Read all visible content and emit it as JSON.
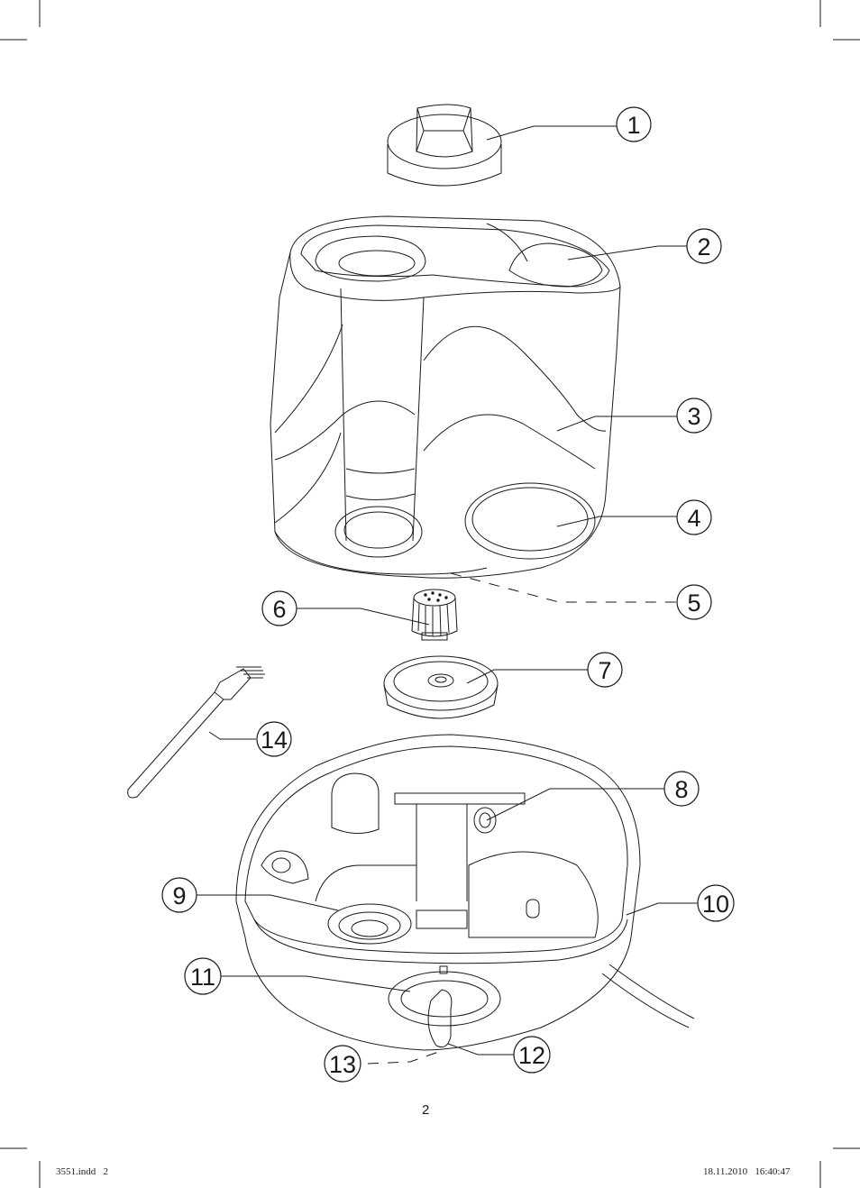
{
  "callouts": [
    "1",
    "2",
    "3",
    "4",
    "5",
    "6",
    "7",
    "8",
    "9",
    "10",
    "11",
    "12",
    "13",
    "14"
  ],
  "page_number": "2",
  "slug": {
    "file": "3551.indd   2",
    "datetime": "18.11.2010   16:40:47"
  }
}
